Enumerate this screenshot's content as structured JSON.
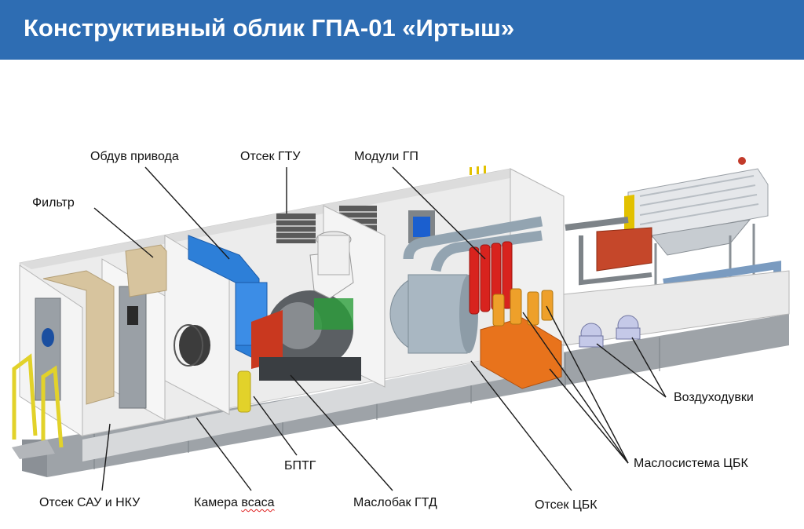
{
  "header": {
    "title": "Конструктивный облик ГПА-01 «Иртыш»"
  },
  "labels": {
    "blower_drive": "Обдув привода",
    "gtu_compartment": "Отсек ГТУ",
    "gp_modules": "Модули ГП",
    "filter": "Фильтр",
    "air_blowers": "Воздуходувки",
    "bptg": "БПТГ",
    "cbk_oil_system": "Маслосистема ЦБК",
    "sau_nku_compartment": "Отсек САУ и НКУ",
    "intake_camera_word": "Камера",
    "intake_camera_spell": "всаса",
    "gtd_oil_tank": "Маслобак ГТД",
    "cbk_compartment": "Отсек ЦБК"
  },
  "colors": {
    "header_bg": "#2e6db3",
    "enclosure": "#f2f2f2",
    "frame": "#9ea3a8",
    "blue_unit": "#2d7fd8",
    "red_cylinders": "#d8231e",
    "orange_oil": "#e8731c",
    "ochre_filter": "#d7c49e",
    "compressor_gray": "#a9b7c2",
    "yellow_rail": "#e2d22a"
  }
}
